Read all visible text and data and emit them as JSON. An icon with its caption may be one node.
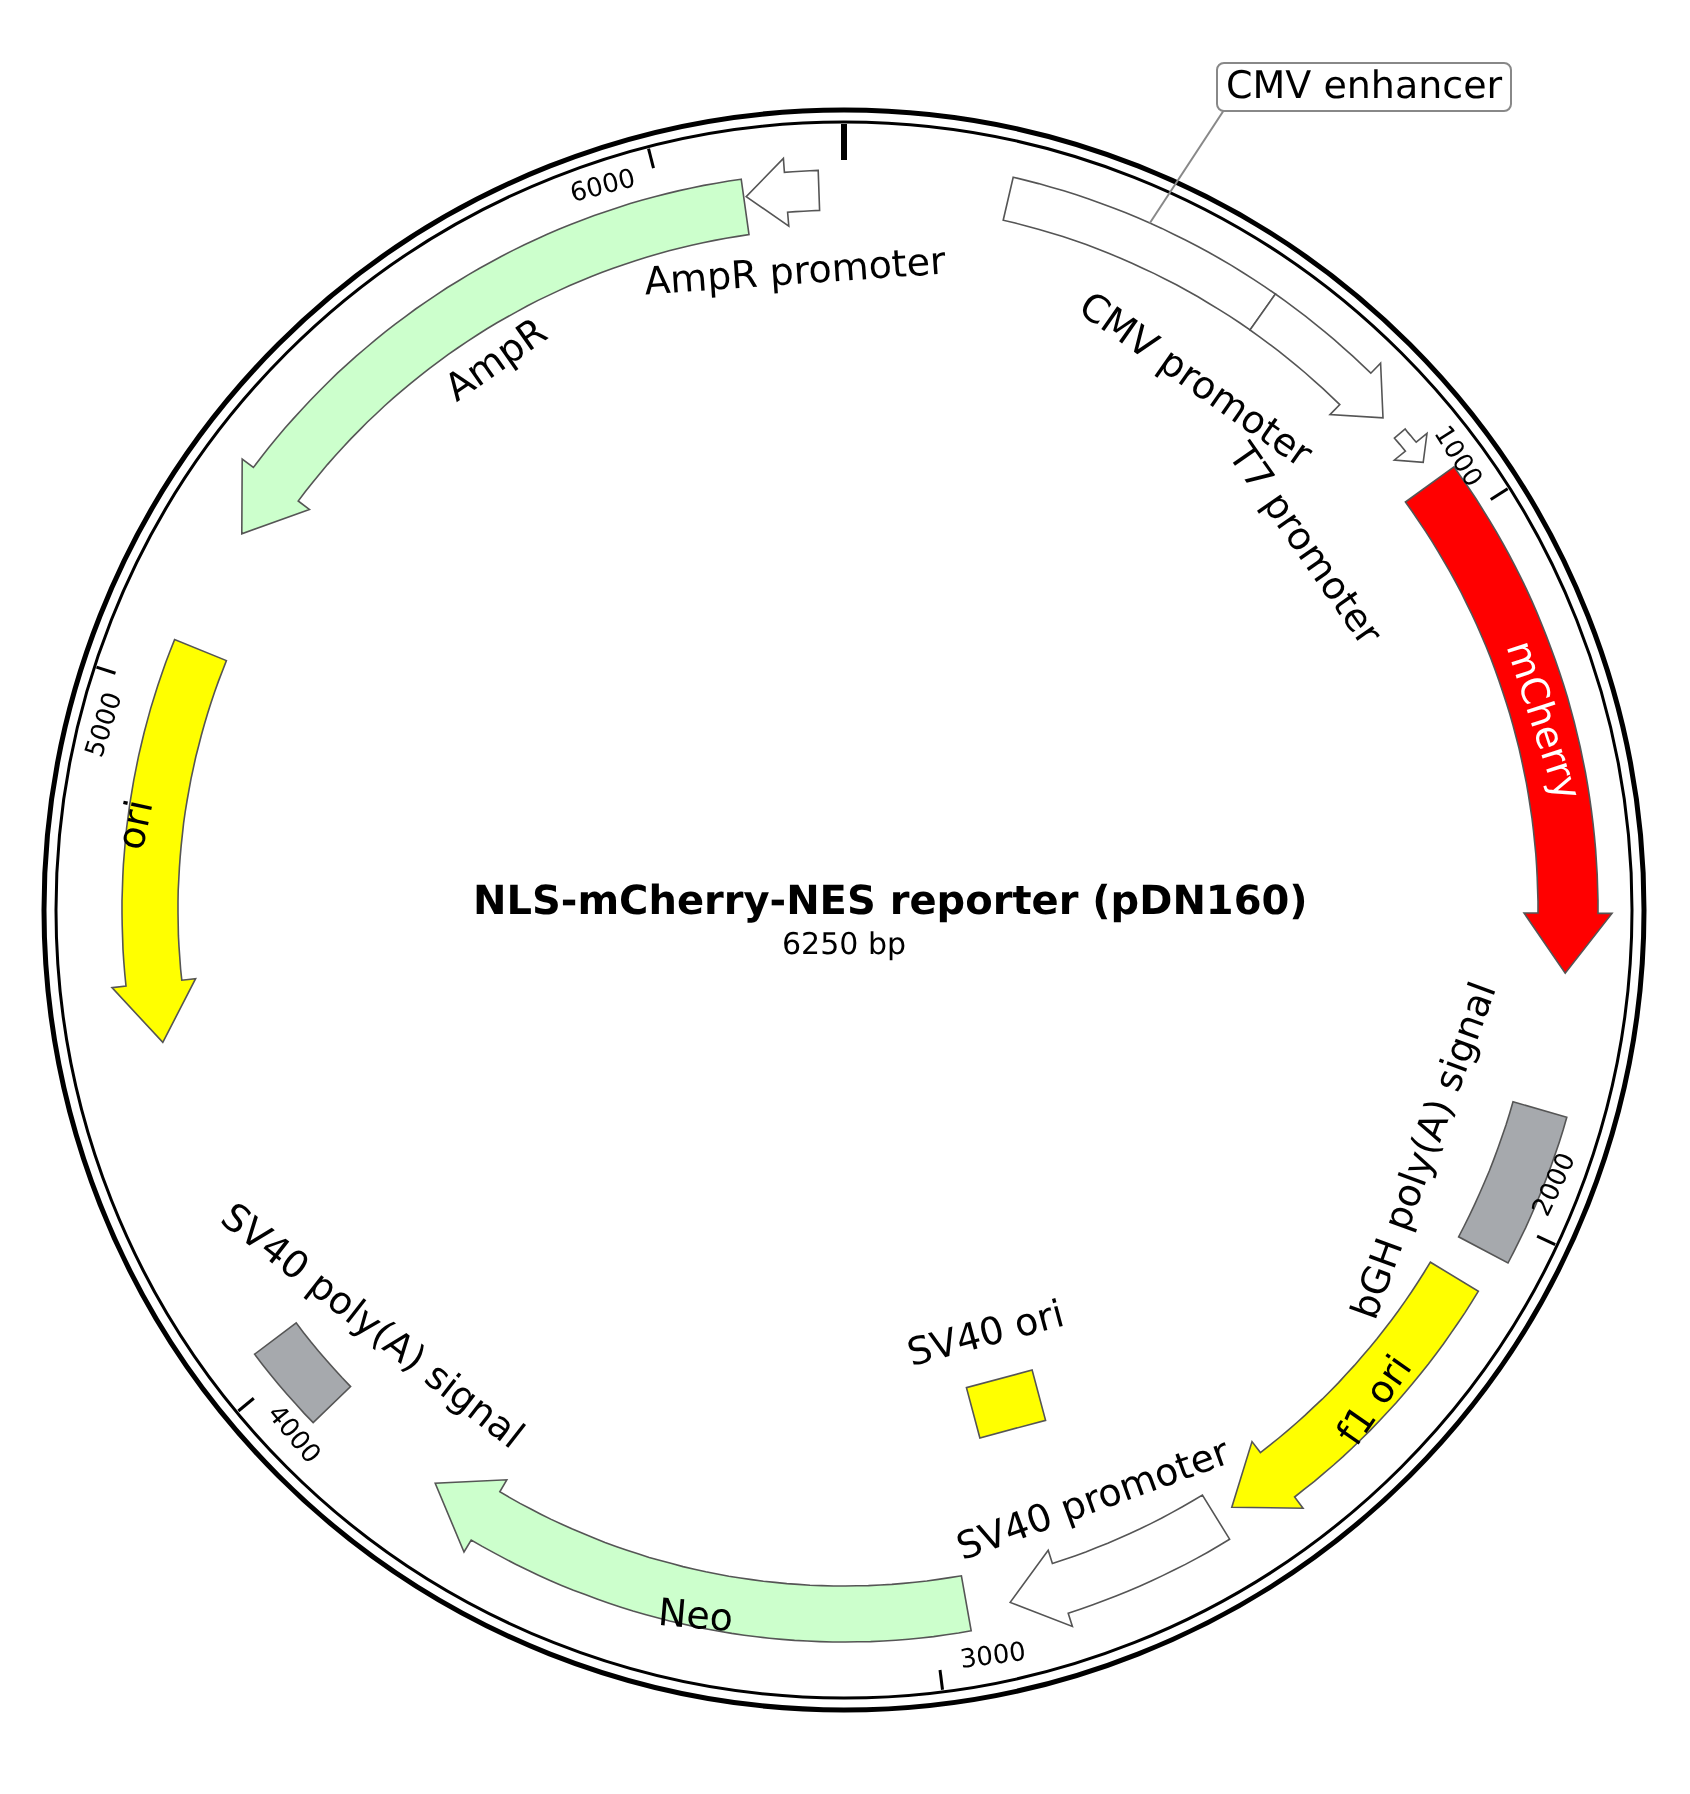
{
  "diagram": {
    "title": "NLS-mCherry-NES reporter (pDN160)",
    "nodes": [
      {
        "text": [
          "CMV enhancer"
        ]
      },
      {
        "text": [],
        "shape": "bar"
      },
      {
        "text": [
          "CMV promoter"
        ]
      },
      {
        "text": [
          "T7 promoter"
        ]
      },
      {
        "text": [
          "mCherry"
        ]
      },
      {
        "text": [
          "bGH poly(A) signal"
        ]
      },
      {
        "text": [
          "f1 ori"
        ]
      },
      {
        "text": [
          "SV40 promoter"
        ]
      },
      {
        "text": [
          "SV40 ori"
        ]
      },
      {
        "text": [
          "Neo"
        ]
      },
      {
        "text": [
          "SV40 poly(A) signal"
        ]
      },
      {
        "text": [
          "ori"
        ]
      },
      {
        "text": [
          "AmpR"
        ]
      },
      {
        "text": [
          "AmpR promoter"
        ]
      }
    ],
    "edges": [
      {
        "from": 0,
        "to": 1,
        "arrow": "none"
      }
    ],
    "labels": [
      "6250 bp",
      "1000",
      "2000",
      "3000",
      "4000",
      "5000",
      "6000"
    ]
  }
}
